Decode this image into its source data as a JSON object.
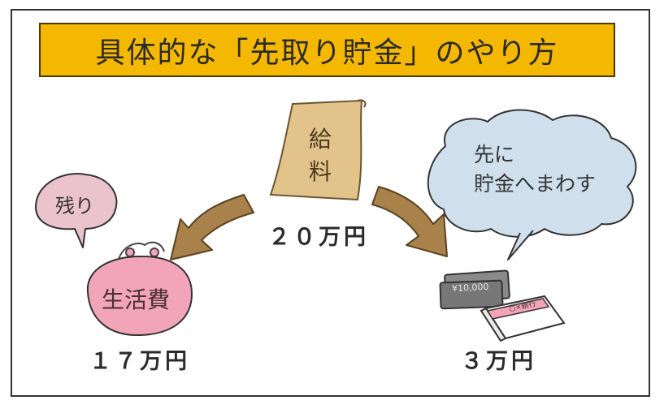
{
  "title": "具体的な「先取り貯金」のやり方",
  "salary": {
    "paper_label_line1": "給",
    "paper_label_line2": "料",
    "amount": "２０万円"
  },
  "living_expenses": {
    "bubble_label": "残り",
    "purse_label": "生活費",
    "amount": "１７万円"
  },
  "savings": {
    "bubble_line1": "先に",
    "bubble_line2": "貯金へまわす",
    "bill_label": "¥10,000",
    "bankbook_label": "○×銀行",
    "amount": "３万円"
  },
  "colors": {
    "title_bg": "#f5b800",
    "paper": "#e2c48a",
    "arrow": "#a9814a",
    "purse": "#f2a5b8",
    "left_bubble": "#ebc3cc",
    "right_bubble": "#cfe0ec",
    "bills": "#777777",
    "bankbook_stripe": "#f3a5b5"
  }
}
